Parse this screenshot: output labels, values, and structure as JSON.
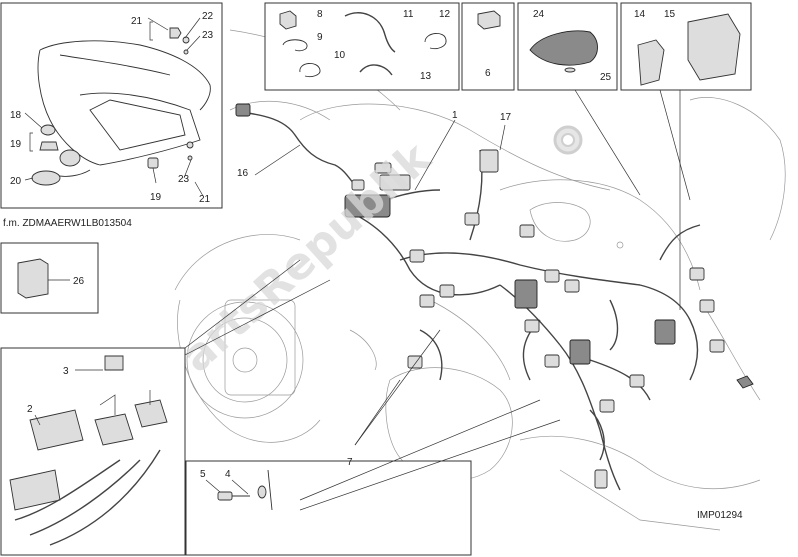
{
  "diagram": {
    "frame_note": "f.m. ZDMAAERW1LB013504",
    "image_code": "IMP01294",
    "watermark": "PartsRepublik",
    "callouts": {
      "c1": "1",
      "c2": "2",
      "c3": "3",
      "c4": "4",
      "c5": "5",
      "c6": "6",
      "c7": "7",
      "c8": "8",
      "c9": "9",
      "c10": "10",
      "c11": "11",
      "c12": "12",
      "c13": "13",
      "c14": "14",
      "c15": "15",
      "c16": "16",
      "c17": "17",
      "c18": "18",
      "c19a": "19",
      "c19b": "19",
      "c20": "20",
      "c21a": "21",
      "c21b": "21",
      "c22": "22",
      "c23a": "23",
      "c23b": "23",
      "c24": "24",
      "c25": "25",
      "c26": "26"
    },
    "colors": {
      "line": "#333333",
      "watermark": "#d8d8d8",
      "background": "#ffffff"
    }
  }
}
